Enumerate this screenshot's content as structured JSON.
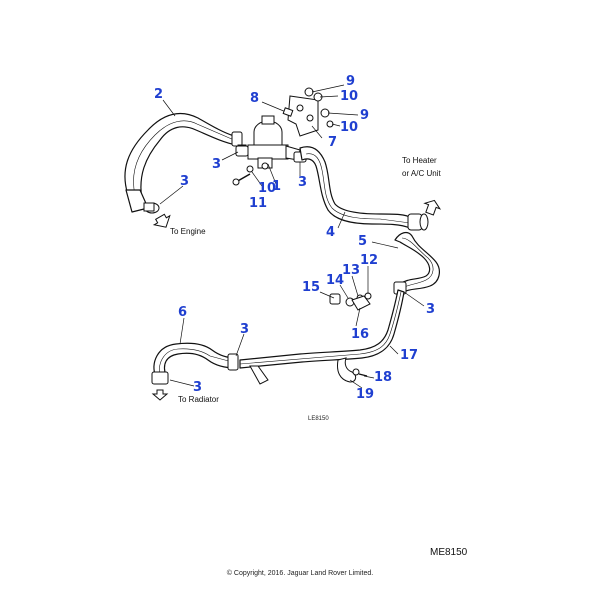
{
  "callouts": {
    "c1": "1",
    "c2": "2",
    "c3a": "3",
    "c3b": "3",
    "c3c": "3",
    "c3d": "3",
    "c3e": "3",
    "c3f": "3",
    "c4": "4",
    "c5": "5",
    "c6": "6",
    "c7": "7",
    "c8": "8",
    "c9a": "9",
    "c9b": "9",
    "c10a": "10",
    "c10b": "10",
    "c10c": "10",
    "c11": "11",
    "c12": "12",
    "c13": "13",
    "c14": "14",
    "c15": "15",
    "c16": "16",
    "c17": "17",
    "c18": "18",
    "c19": "19"
  },
  "notes": {
    "to_engine": "To Engine",
    "to_heater_line1": "To Heater",
    "to_heater_line2": "or A/C Unit",
    "to_radiator": "To Radiator",
    "figure_code": "LE8150"
  },
  "reference_code": "ME8150",
  "copyright": "© Copyright, 2016. Jaguar Land Rover Limited.",
  "colors": {
    "callout": "#1f3fd0",
    "line": "#111111"
  }
}
